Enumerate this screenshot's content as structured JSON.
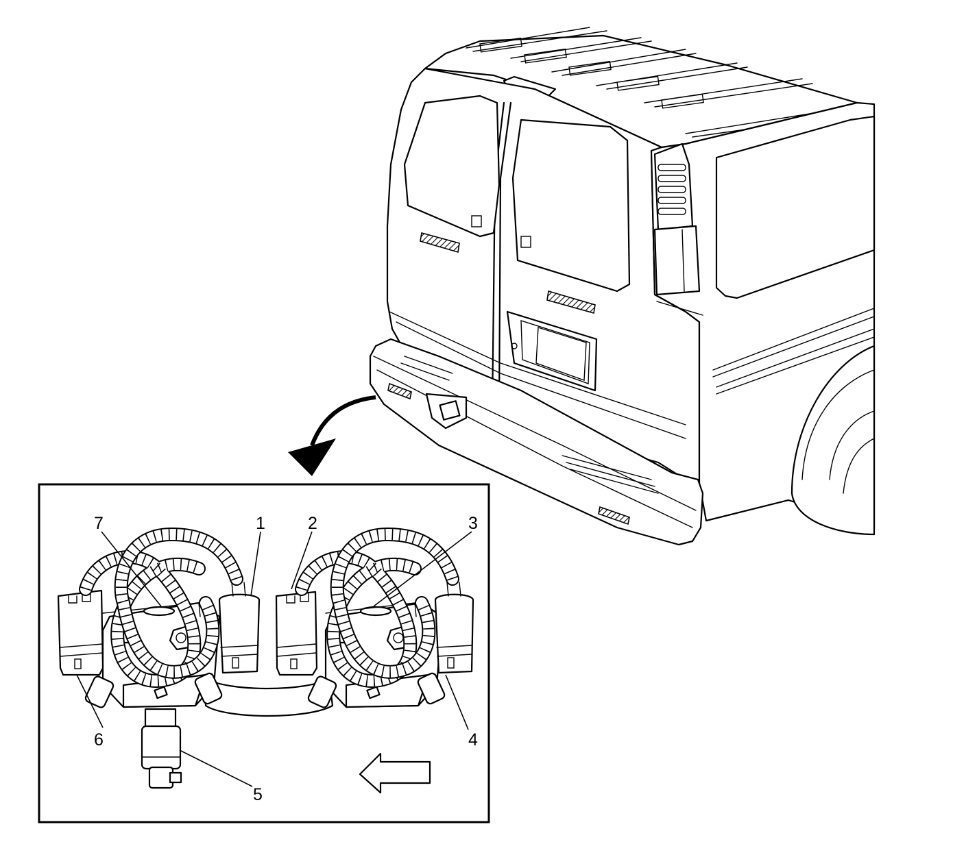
{
  "callouts": [
    {
      "id": "1",
      "label": "1"
    },
    {
      "id": "2",
      "label": "2"
    },
    {
      "id": "3",
      "label": "3"
    },
    {
      "id": "4",
      "label": "4"
    },
    {
      "id": "5",
      "label": "5"
    },
    {
      "id": "6",
      "label": "6"
    },
    {
      "id": "7",
      "label": "7"
    }
  ],
  "icons": {
    "vehicle": "van-rear-view-illustration",
    "pointer": "curved-arrow-icon",
    "direction": "forward-arrow-icon"
  },
  "colors": {
    "line": "#000000",
    "background": "#ffffff"
  }
}
